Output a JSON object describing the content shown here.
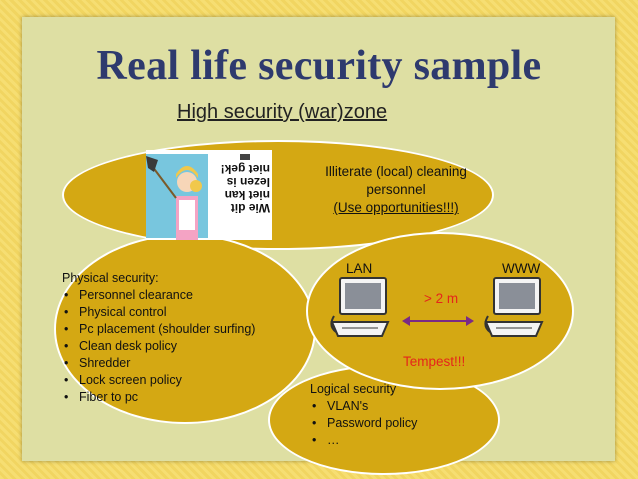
{
  "slide": {
    "title": "Real life security sample",
    "subtitle": "High security (war)zone"
  },
  "cleaning": {
    "line1": "Illiterate (local) cleaning",
    "line2": "personnel",
    "line3": "(Use opportunities!!!)",
    "poster_text": "Wie dit niet kan lezen is niet gek!"
  },
  "physical": {
    "heading": "Physical security:",
    "items": [
      "Personnel clearance",
      "Physical control",
      "Pc placement (shoulder surfing)",
      "Clean desk policy",
      "Shredder",
      "Lock screen policy",
      "Fiber to pc"
    ]
  },
  "network": {
    "lan": "LAN",
    "www": "WWW",
    "distance": "> 2 m",
    "tempest": "Tempest!!!"
  },
  "logical": {
    "heading": "Logical security",
    "items": [
      "VLAN's",
      "Password policy",
      "…"
    ]
  },
  "colors": {
    "title": "#2e3a6e",
    "ellipse_fill": "#d4a813",
    "accent_red": "#e5251b",
    "panel": "#dedfa3"
  },
  "icons": {
    "computer": "computer-icon",
    "arrow": "double-arrow-icon",
    "poster": "cleaning-lady-poster-image"
  }
}
